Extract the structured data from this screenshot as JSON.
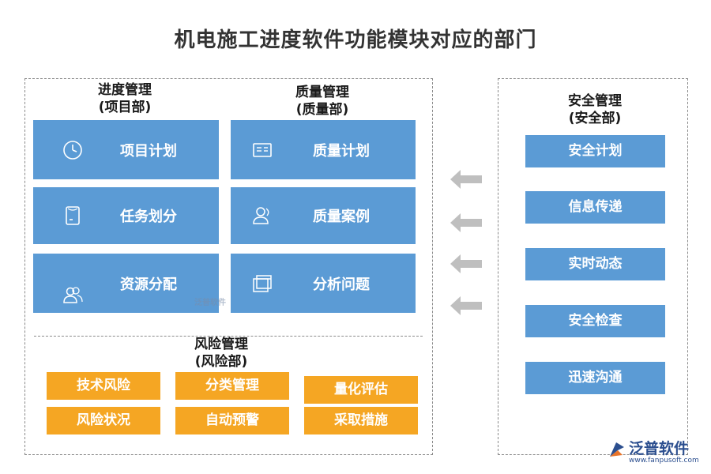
{
  "title": "机电施工进度软件功能模块对应的部门",
  "progress": {
    "heading_line1": "进度管理",
    "heading_line2": "(项目部)",
    "items": [
      {
        "label": "项目计划",
        "icon": "clock-icon"
      },
      {
        "label": "任务划分",
        "icon": "document-icon"
      },
      {
        "label": "资源分配",
        "icon": "users-icon"
      }
    ]
  },
  "quality": {
    "heading_line1": "质量管理",
    "heading_line2": "(质量部)",
    "items": [
      {
        "label": "质量计划",
        "icon": "calendar-icon"
      },
      {
        "label": "质量案例",
        "icon": "user-icon"
      },
      {
        "label": "分析问题",
        "icon": "windows-icon"
      }
    ]
  },
  "risk": {
    "heading_line1": "风险管理",
    "heading_line2": "(风险部)",
    "items": [
      "技术风险",
      "分类管理",
      "量化评估",
      "风险状况",
      "自动预警",
      "采取措施"
    ]
  },
  "safety": {
    "heading_line1": "安全管理",
    "heading_line2": "(安全部)",
    "items": [
      "安全计划",
      "信息传递",
      "实时动态",
      "安全检查",
      "迅速沟通"
    ]
  },
  "watermark": "泛普软件",
  "logo": {
    "name": "泛普软件",
    "url": "www.fanpusoft.com"
  },
  "colors": {
    "blue": "#5b9bd5",
    "orange": "#f5a623",
    "arrow": "#bfbfbf"
  }
}
